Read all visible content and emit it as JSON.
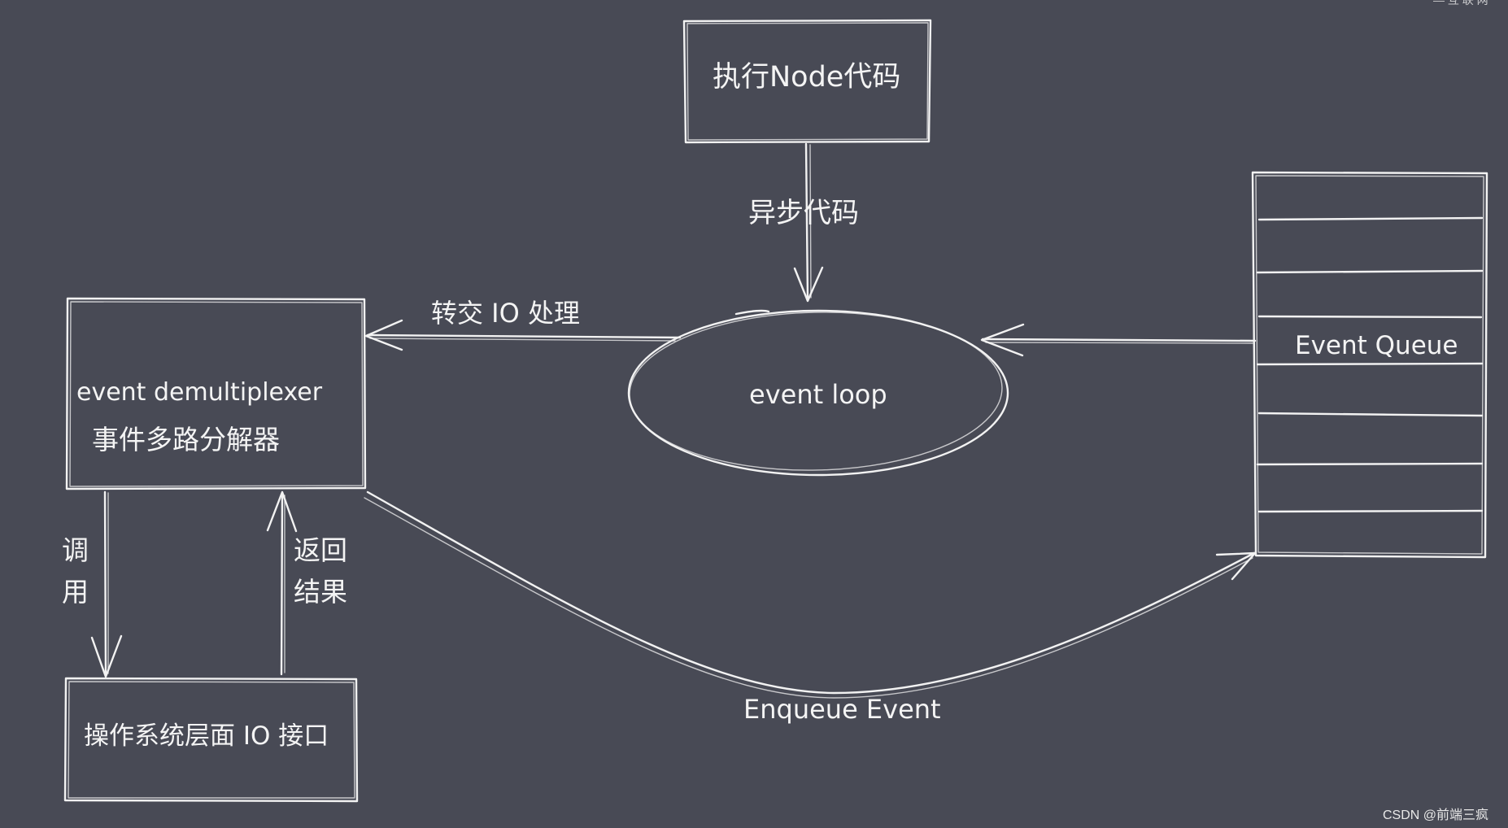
{
  "nodes": {
    "execute_node": "执行Node代码",
    "event_demux_en": "event demultiplexer",
    "event_demux_zh": "事件多路分解器",
    "os_io": "操作系统层面 IO 接口",
    "event_loop": "event loop",
    "event_queue": "Event Queue"
  },
  "edges": {
    "async_code": "异步代码",
    "handover_io": "转交 IO 处理",
    "call_1": "调",
    "call_2": "用",
    "return_1": "返回",
    "return_2": "结果",
    "enqueue": "Enqueue Event"
  },
  "watermark": {
    "bottom_right": "CSDN @前端三疯",
    "top_right": "— 互 联 网"
  },
  "colors": {
    "background": "#484a55",
    "stroke": "#f2f2f2"
  }
}
